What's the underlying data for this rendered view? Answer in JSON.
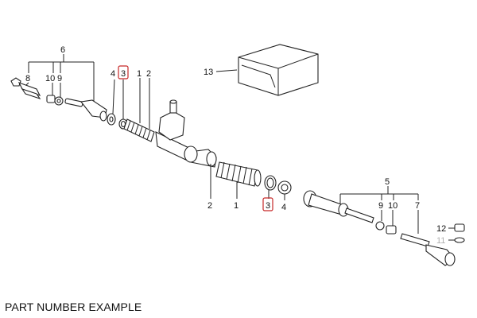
{
  "labels": {
    "group_left": "6",
    "n8": "8",
    "n10_left": "10",
    "n9_left": "9",
    "n4_left": "4",
    "n3_top": "3",
    "n1_top": "1",
    "n2_top": "2",
    "n13": "13",
    "n2_bottom": "2",
    "n1_bottom": "1",
    "n3_bottom": "3",
    "n4_bottom": "4",
    "group_right": "5",
    "n9_right": "9",
    "n10_right": "10",
    "n7": "7",
    "n12": "12",
    "n11": "11"
  },
  "caption": "PART NUMBER EXAMPLE",
  "colors": {
    "highlight": "#c62828",
    "ink": "#222222",
    "faded_label": "#b0b0b0"
  }
}
